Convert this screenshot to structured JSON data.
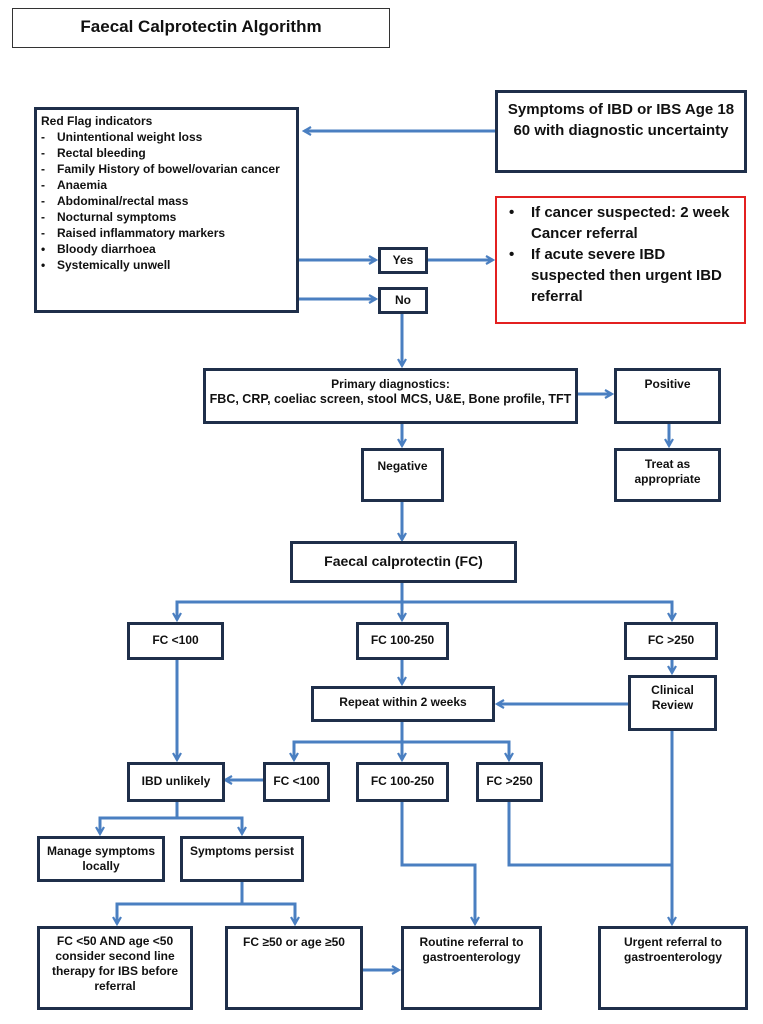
{
  "title": "Faecal Calprotectin Algorithm",
  "colors": {
    "connector": "#4a7fc1",
    "box_border": "#1f2f4a",
    "alert_border": "#e32020"
  },
  "red_flags": {
    "heading": "Red Flag indicators",
    "items": [
      "Unintentional weight loss",
      "Rectal bleeding",
      "Family History of bowel/ovarian cancer",
      "Anaemia",
      "Abdominal/rectal mass",
      "Nocturnal symptoms",
      "Raised inflammatory markers",
      "Bloody diarrhoea",
      "Systemically unwell"
    ]
  },
  "start": "Symptoms of IBD or IBS Age 18 60 with diagnostic uncertainty",
  "yes": "Yes",
  "no": "No",
  "alert": {
    "items": [
      "If cancer suspected: 2 week Cancer referral",
      "If acute severe  IBD suspected then urgent IBD referral"
    ]
  },
  "primary": {
    "heading": "Primary diagnostics:",
    "tests": "FBC, CRP, coeliac screen, stool MCS, U&E, Bone profile, TFT"
  },
  "positive": "Positive",
  "treat": "Treat as appropriate",
  "negative": "Negative",
  "fc": "Faecal calprotectin (FC)",
  "fc_lt100": "FC <100",
  "fc_100_250": "FC 100-250",
  "fc_gt250": "FC >250",
  "repeat": "Repeat within 2 weeks",
  "clinical_review": "Clinical Review",
  "fc2_lt100": "FC <100",
  "fc2_100_250": "FC 100-250",
  "fc2_gt250": "FC >250",
  "ibd_unlikely": "IBD unlikely",
  "manage": "Manage symptoms locally",
  "persist": "Symptoms persist",
  "fc_lt50": "FC <50 AND age <50 consider second line therapy for IBS before referral",
  "fc_ge50": "FC ≥50 or age ≥50",
  "routine": "Routine referral to gastroenterology",
  "urgent": "Urgent referral to gastroenterology"
}
